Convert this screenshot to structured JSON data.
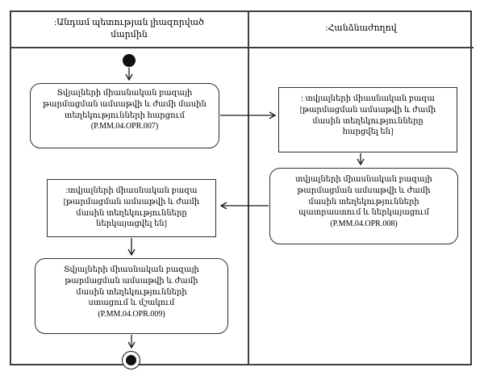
{
  "diagram": {
    "type": "uml-activity-swimlane",
    "colors": {
      "frame_border": "#3f3f3f",
      "node_border": "#2e2e2e",
      "node_fill": "#ffffff",
      "arrow": "#1a1a1a",
      "text": "#000000",
      "background": "#ffffff"
    },
    "icons": {
      "initial_node": "filled-circle",
      "final_node": "bullseye-circle"
    },
    "lanes": {
      "left": {
        "title": ":Անդամ պետության լիազորված մարմին"
      },
      "right": {
        "title": ":Հանձնաժողով"
      }
    },
    "nodes": {
      "request_action": "Տվյալների միասնական բազայի թարմացման ամսաթվի և ժամի մասին տեղեկությունների հարցում (P.MM.04.OPR.007)",
      "object_requested": ": տվյալների միասնական բազա [թարմացման ամսաթվի և ժամի մասին տեղեկությունները հարցվել են]",
      "prepare_action": "տվյալների միասնական բազայի թարմացման ամսաթվի և ժամի մասին տեղեկությունների պատրաստում և ներկայացում (P.MM.04.OPR.008)",
      "object_presented": ":տվյալների միասնական բազա [թարմացման ամսաթվի և ժամի մասին տեղեկությունները ներկայացվել են]",
      "receive_action": "Տվյալների միասնական բազայի թարմացման ամսաթվի և ժամի մասին տեղեկությունների ստացում և մշակում (P.MM.04.OPR.009)"
    }
  }
}
